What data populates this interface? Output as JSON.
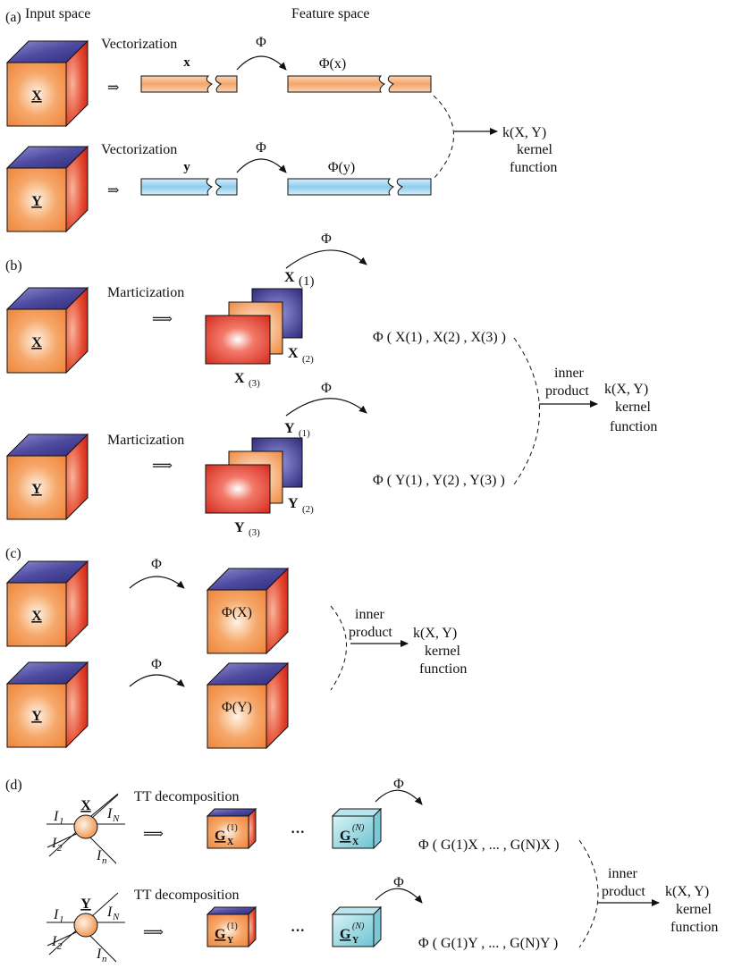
{
  "panels": {
    "a": {
      "label": "(a)",
      "header_input": "Input space",
      "header_feature": "Feature space",
      "vec_label": "Vectorization",
      "implies": "⇒",
      "x_vec": "x",
      "y_vec": "y",
      "phi": "Φ",
      "phi_x": "Φ(x)",
      "phi_y": "Φ(y)",
      "tensor_x": "X",
      "tensor_y": "Y",
      "kernel_expr": "k(X, Y)",
      "kernel_word": "kernel",
      "function_word": "function"
    },
    "b": {
      "label": "(b)",
      "mat_label": "Marticization",
      "implies": "⟹",
      "phi": "Φ",
      "x1": "X",
      "x1s": "(1)",
      "x2": "X",
      "x2s": "(2)",
      "x3": "X",
      "x3s": "(3)",
      "y1": "Y",
      "y1s": "(1)",
      "y2": "Y",
      "y2s": "(2)",
      "y3": "Y",
      "y3s": "(3)",
      "phi_x_expr": "Φ ( X(1) , X(2) , X(3) )",
      "phi_y_expr": "Φ ( Y(1) , Y(2) , Y(3) )",
      "inner": "inner",
      "product": "product",
      "kernel_expr": "k(X, Y)",
      "kernel_word": "kernel",
      "function_word": "function"
    },
    "c": {
      "label": "(c)",
      "phi": "Φ",
      "tensor_x": "X",
      "tensor_y": "Y",
      "phi_tx": "Φ(X)",
      "phi_ty": "Φ(Y)",
      "inner": "inner",
      "product": "product",
      "kernel_expr": "k(X, Y)",
      "kernel_word": "kernel",
      "function_word": "function"
    },
    "d": {
      "label": "(d)",
      "tt_label": "TT decomposition",
      "implies": "⟹",
      "dots": "···",
      "phi": "Φ",
      "node_x": "X",
      "node_y": "Y",
      "I1": "I",
      "I1s": "1",
      "I2": "I",
      "I2s": "2",
      "In": "I",
      "Ins": "n",
      "IN": "I",
      "INs": "N",
      "core_first_x": "G",
      "core_first_x_sup": "(1)",
      "core_first_x_sub": "X",
      "core_last_x": "G",
      "core_last_x_sup": "(N)",
      "core_last_x_sub": "X",
      "core_first_y": "G",
      "core_first_y_sup": "(1)",
      "core_first_y_sub": "Y",
      "core_last_y": "G",
      "core_last_y_sup": "(N)",
      "core_last_y_sub": "Y",
      "phi_x_expr": "Φ ( G(1)X , ... , G(N)X )",
      "phi_y_expr": "Φ ( G(1)Y , ... , G(N)Y )",
      "inner": "inner",
      "product": "product",
      "kernel_expr": "k(X, Y)",
      "kernel_word": "kernel",
      "function_word": "function"
    }
  },
  "colors": {
    "orange_face": "#f4a468",
    "orange_light": "#fde3cc",
    "red_face": "#e0392b",
    "navy_top": "#3c3b8c",
    "bar_orange": "#f6b98c",
    "bar_blue": "#a9d8f0",
    "cyan_cube": "#8fd3dd"
  }
}
